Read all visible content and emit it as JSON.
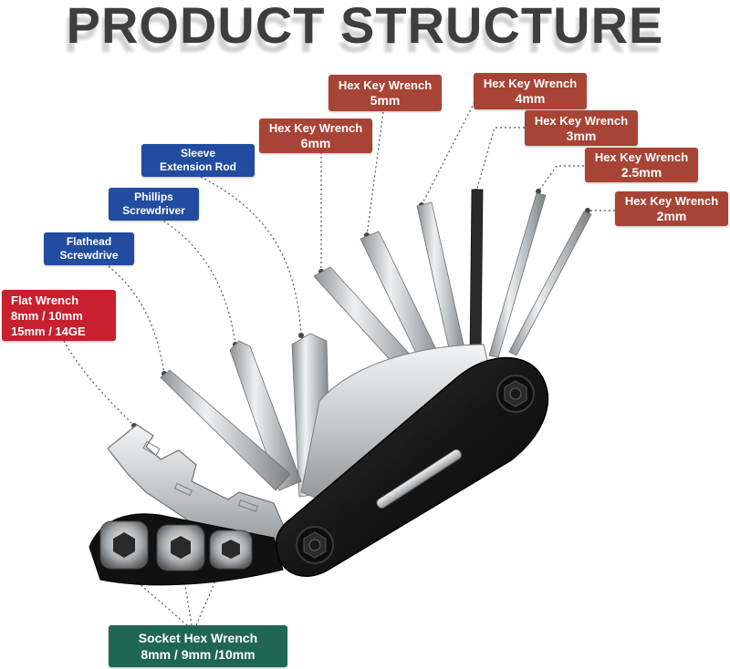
{
  "title": "PRODUCT STRUCTURE",
  "labels": {
    "hex5": {
      "line1": "Hex Key Wrench",
      "line2": "5mm"
    },
    "hex4": {
      "line1": "Hex Key Wrench",
      "line2": "4mm"
    },
    "hex3": {
      "line1": "Hex Key Wrench",
      "line2": "3mm"
    },
    "hex6": {
      "line1": "Hex Key Wrench",
      "line2": "6mm"
    },
    "hex25": {
      "line1": "Hex Key Wrench",
      "line2": "2.5mm"
    },
    "hex2": {
      "line1": "Hex Key Wrench",
      "line2": "2mm"
    },
    "sleeve": {
      "line1": "Sleeve",
      "line2": "Extension Rod"
    },
    "phillips": {
      "line1": "Phillips",
      "line2": "Screwdriver"
    },
    "flathead": {
      "line1": "Flathead",
      "line2": "Screwdrive"
    },
    "flat_wrench": {
      "line1": "Flat  Wrench",
      "line2": "8mm / 10mm",
      "line3": "15mm / 14GE"
    },
    "socket": {
      "line1": "Socket Hex Wrench",
      "line2": "8mm / 9mm /10mm"
    }
  },
  "colors": {
    "hex_label": "#a84436",
    "screwdriver_label": "#214c9f",
    "wrench_label": "#c8202e",
    "socket_label": "#1f6655",
    "tool_body": "#1a1a1a",
    "tool_steel": "#c9ccce"
  }
}
